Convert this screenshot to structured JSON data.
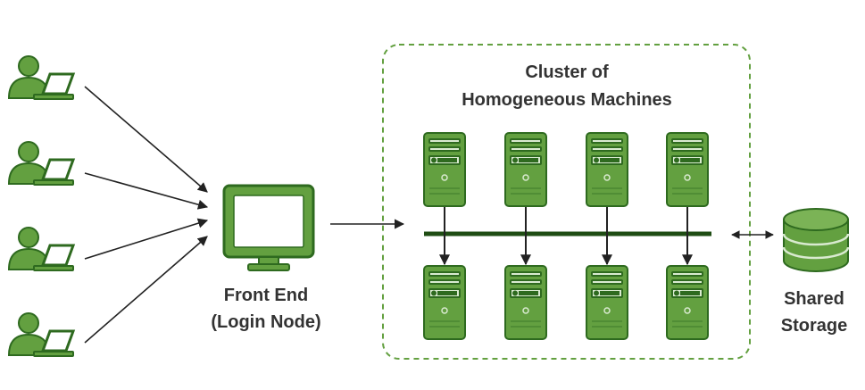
{
  "colors": {
    "accent_fill": "#63a040",
    "accent_dark": "#2e6a1f",
    "arrow": "#222222",
    "text": "#333333",
    "background": "#ffffff"
  },
  "nodes": {
    "users": {
      "count": 4,
      "icon": "user-laptop-icon"
    },
    "front_end": {
      "line1": "Front End",
      "line2": "(Login Node)",
      "icon": "monitor-icon"
    },
    "cluster": {
      "line1": "Cluster of",
      "line2": "Homogeneous Machines",
      "machine_count": 8,
      "icon": "server-tower-icon"
    },
    "storage": {
      "line1": "Shared",
      "line2": "Storage",
      "icon": "database-icon"
    }
  },
  "edges": [
    {
      "from": "users",
      "to": "front_end",
      "type": "arrow"
    },
    {
      "from": "front_end",
      "to": "cluster",
      "type": "arrow"
    },
    {
      "from": "cluster",
      "to": "storage",
      "type": "double-arrow"
    }
  ]
}
